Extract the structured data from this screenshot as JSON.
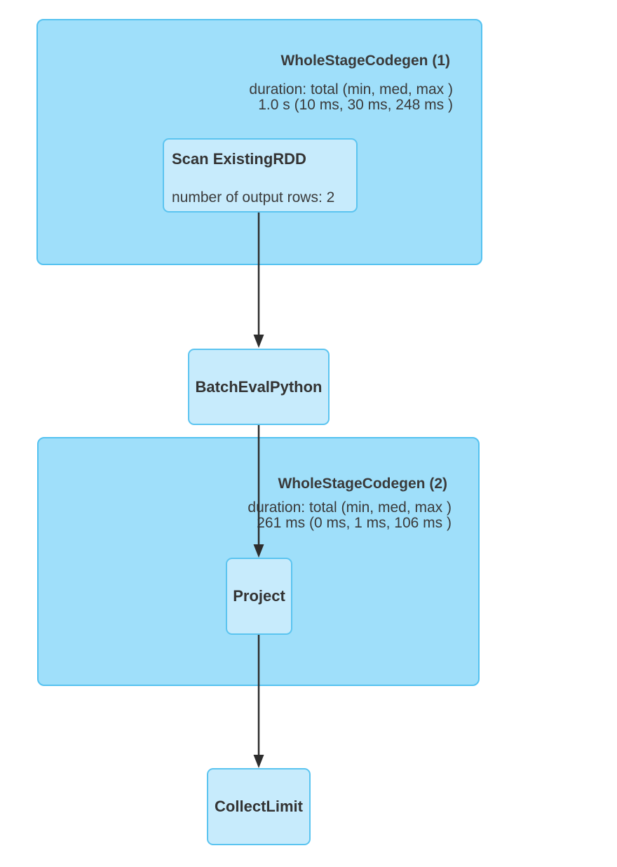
{
  "app": "spark-sql-plan-dag",
  "colors": {
    "background": "#ffffff",
    "cluster_fill": "#9fdffa",
    "cluster_border": "#55c2f0",
    "node_fill": "#c7ebfc",
    "node_border": "#5bc4f0",
    "edge": "#2d2d2d",
    "text": "#3a3a3a"
  },
  "diagram": {
    "clusters": [
      {
        "title": "WholeStageCodegen (1)",
        "duration_label": "duration: total (min, med, max )",
        "duration_value": "1.0 s (10 ms, 30 ms, 248 ms )",
        "contains": [
          "Scan ExistingRDD"
        ]
      },
      {
        "title": "WholeStageCodegen (2)",
        "duration_label": "duration: total (min, med, max )",
        "duration_value": "261 ms (0 ms, 1 ms, 106 ms )",
        "contains": [
          "Project"
        ]
      }
    ],
    "nodes": [
      {
        "name": "Scan ExistingRDD",
        "metric": "number of output rows: 2"
      },
      {
        "name": "BatchEvalPython"
      },
      {
        "name": "Project"
      },
      {
        "name": "CollectLimit"
      }
    ],
    "edges": [
      {
        "from": "Scan ExistingRDD",
        "to": "BatchEvalPython"
      },
      {
        "from": "BatchEvalPython",
        "to": "Project"
      },
      {
        "from": "Project",
        "to": "CollectLimit"
      }
    ]
  }
}
